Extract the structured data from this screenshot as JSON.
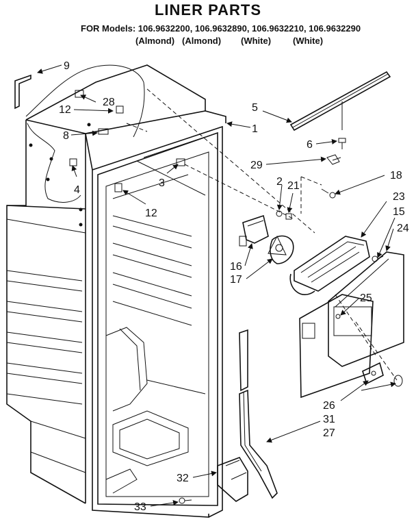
{
  "header": {
    "title": "LINER PARTS",
    "models_line": "FOR Models: 106.9632200, 106.9632890, 106.9632210, 106.9632290",
    "variants": [
      "(Almond)",
      "(Almond)",
      "(White)",
      "(White)"
    ]
  },
  "callouts": {
    "c1": "1",
    "c2": "2",
    "c3": "3",
    "c4": "4",
    "c5": "5",
    "c6": "6",
    "c8": "8",
    "c9": "9",
    "c12a": "12",
    "c12b": "12",
    "c15": "15",
    "c16": "16",
    "c17": "17",
    "c18": "18",
    "c21": "21",
    "c23": "23",
    "c24": "24",
    "c25": "25",
    "c26": "26",
    "c27": "27",
    "c28": "28",
    "c29": "29",
    "c31": "31",
    "c32": "32",
    "c33": "33"
  }
}
